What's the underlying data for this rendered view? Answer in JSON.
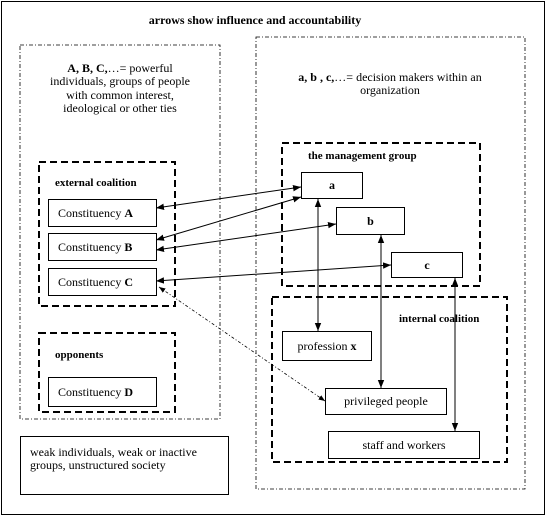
{
  "title": "arrows show influence and accountability",
  "power_note": {
    "line1_bold": "A, B, C,",
    "line1_rest": "…= powerful",
    "line2": "individuals, groups of people",
    "line3": "with common interest,",
    "line4": "ideological or other ties"
  },
  "org_note": {
    "bold": "a, b , c,",
    "rest": "…= decision makers within an",
    "line2": "organization"
  },
  "external_coalition": {
    "label": "external coalition",
    "items": [
      {
        "prefix": "Constituency",
        "letter": "A"
      },
      {
        "prefix": "Constituency",
        "letter": "B"
      },
      {
        "prefix": "Constituency",
        "letter": "C"
      }
    ]
  },
  "opponents": {
    "label": "opponents",
    "item": {
      "prefix": "Constituency",
      "letter": "D"
    }
  },
  "weak": {
    "text": "weak individuals, weak or inactive groups, unstructured society"
  },
  "management_group": {
    "label": "the management group",
    "nodes": [
      "a",
      "b",
      "c"
    ]
  },
  "internal_coalition": {
    "label": "internal coalition",
    "nodes": [
      "privileged people",
      "staff and workers"
    ]
  },
  "profession": {
    "prefix": "profession",
    "letter": "x"
  }
}
